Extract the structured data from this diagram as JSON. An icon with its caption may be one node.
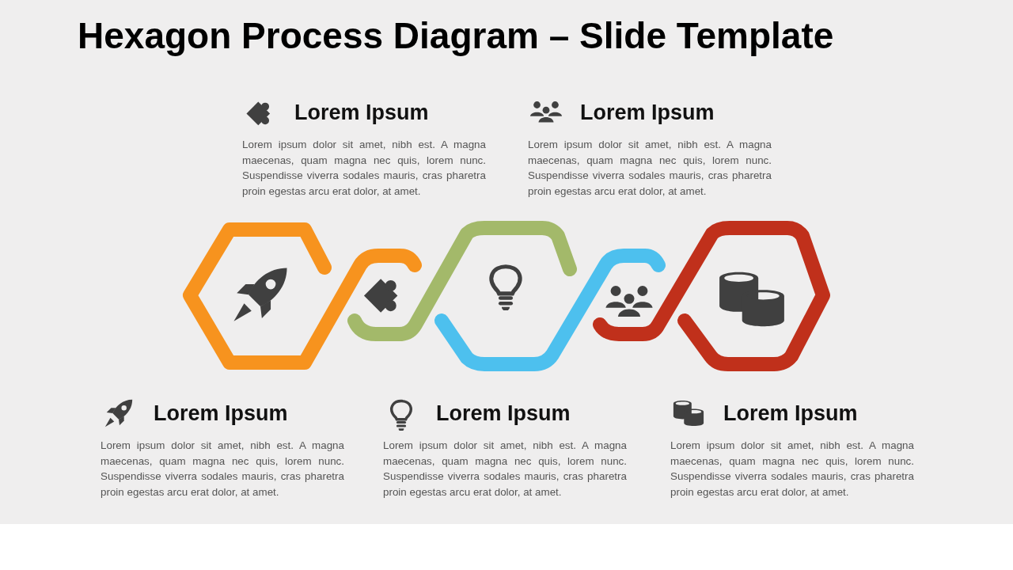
{
  "diagram": {
    "title": "Hexagon Process Diagram – Slide Template",
    "nodes": [
      {
        "text": [
          "Lorem Ipsum",
          "Lorem ipsum dolor sit amet, nibh est. A magna maecenas, quam magna nec quis, lorem nunc. Suspendisse viverra sodales mauris, cras pharetra proin egestas arcu erat dolor, at amet."
        ]
      },
      {
        "text": [
          "Lorem Ipsum",
          "Lorem ipsum dolor sit amet, nibh est. A magna maecenas, quam magna nec quis, lorem nunc. Suspendisse viverra sodales mauris, cras pharetra proin egestas arcu erat dolor, at amet."
        ]
      },
      {
        "text": [
          "Lorem Ipsum",
          "Lorem ipsum dolor sit amet, nibh est. A magna maecenas, quam magna nec quis, lorem nunc. Suspendisse viverra sodales mauris, cras pharetra proin egestas arcu erat dolor, at amet."
        ]
      },
      {
        "text": [
          "Lorem Ipsum",
          "Lorem ipsum dolor sit amet, nibh est. A magna maecenas, quam magna nec quis, lorem nunc. Suspendisse viverra sodales mauris, cras pharetra proin egestas arcu erat dolor, at amet."
        ]
      },
      {
        "text": [
          "Lorem Ipsum",
          "Lorem ipsum dolor sit amet, nibh est. A magna maecenas, quam magna nec quis, lorem nunc. Suspendisse viverra sodales mauris, cras pharetra proin egestas arcu erat dolor, at amet."
        ]
      }
    ]
  }
}
